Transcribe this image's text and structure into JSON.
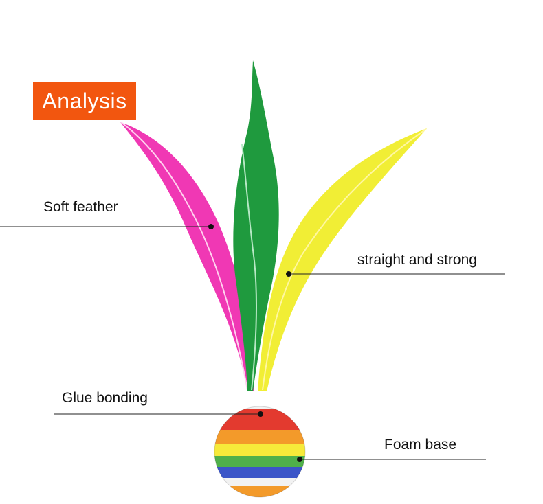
{
  "badge": {
    "text": "Analysis",
    "color": "#f2560f"
  },
  "labels": {
    "soft_feather": "Soft feather",
    "straight_strong": "straight and strong",
    "glue_bonding": "Glue bonding",
    "foam_base": "Foam base"
  },
  "colors": {
    "pink_feather": "#f038b4",
    "green_feather": "#1f9a3e",
    "yellow_feather": "#f1ee35",
    "ball_red": "#e33a2f",
    "ball_orange": "#f39a2a",
    "ball_yellow": "#f6ea3a",
    "ball_green": "#4fb04a",
    "ball_blue": "#3b55c8",
    "ball_white": "#f2f2f2"
  }
}
